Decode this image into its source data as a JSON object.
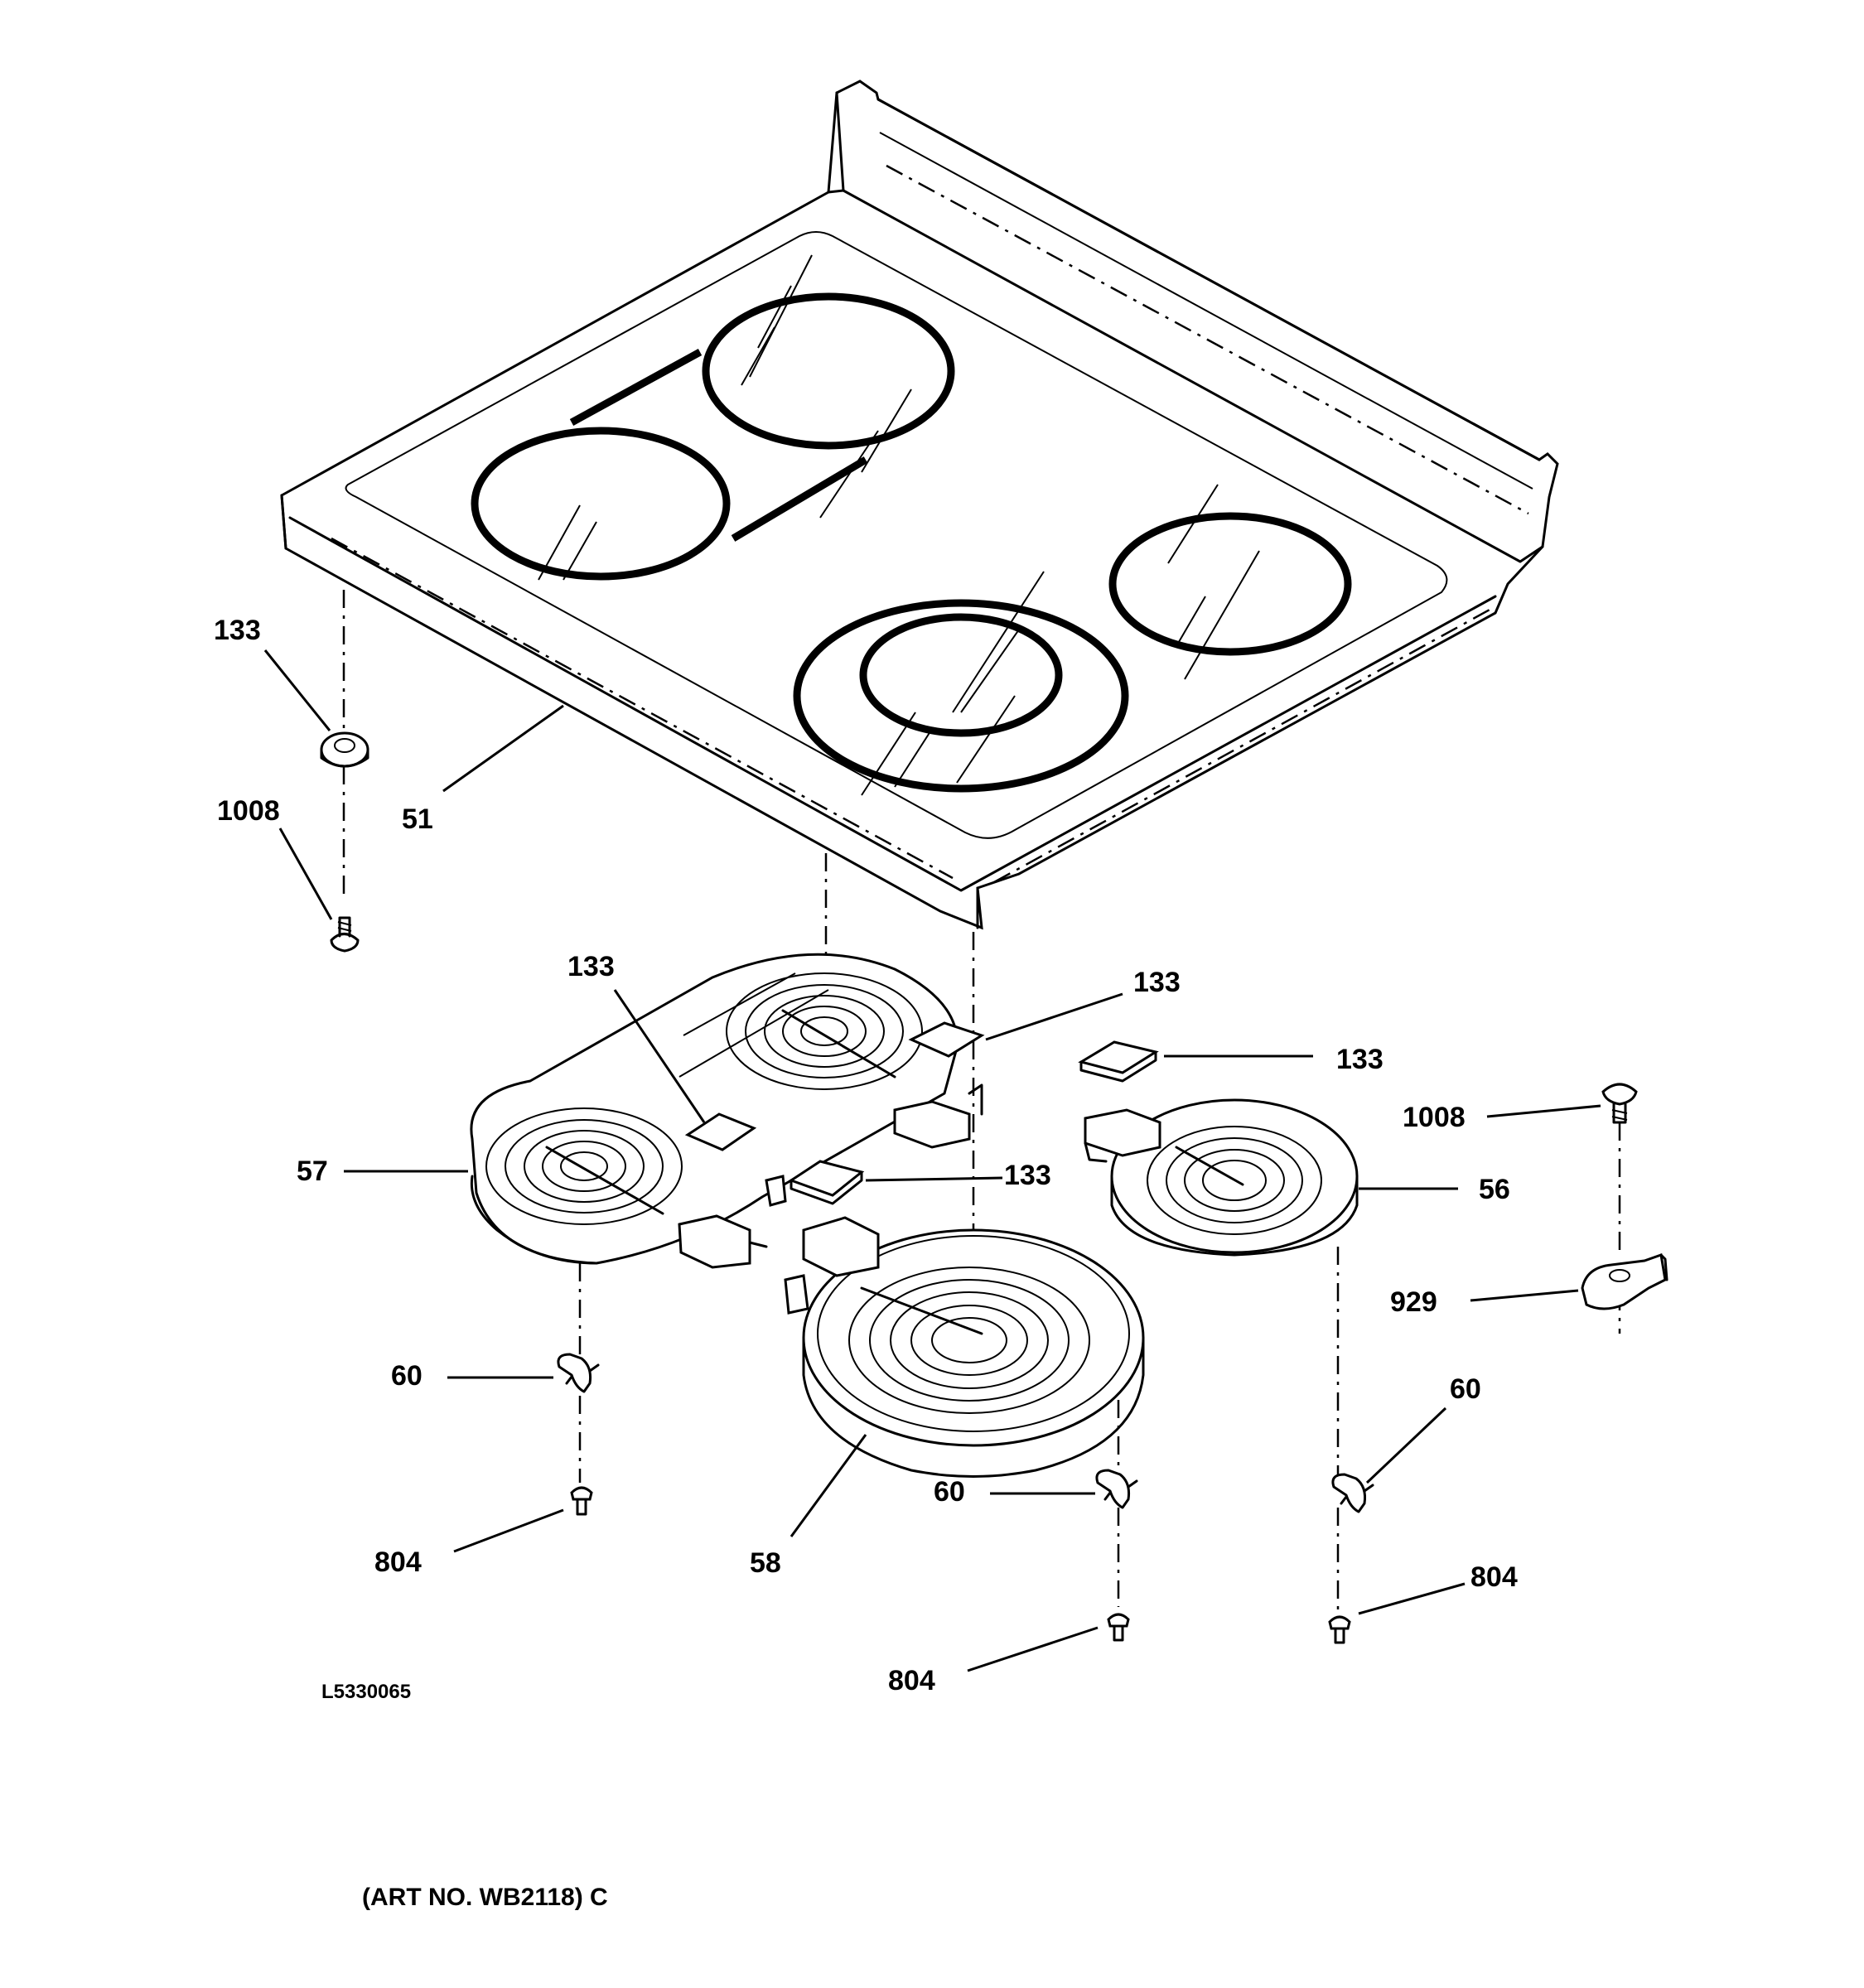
{
  "diagram": {
    "drawing_code": "L5330065",
    "art_number": "(ART NO. WB2118) C",
    "callouts": {
      "c51": "51",
      "c133_left": "133",
      "c1008_left": "1008",
      "c133_top": "133",
      "c133_mid": "133",
      "c133_right": "133",
      "c133_low": "133",
      "c1008_right": "1008",
      "c57": "57",
      "c56": "56",
      "c929": "929",
      "c60_left": "60",
      "c60_mid": "60",
      "c60_right": "60",
      "c58": "58",
      "c804_left": "804",
      "c804_mid": "804",
      "c804_right": "804"
    }
  }
}
